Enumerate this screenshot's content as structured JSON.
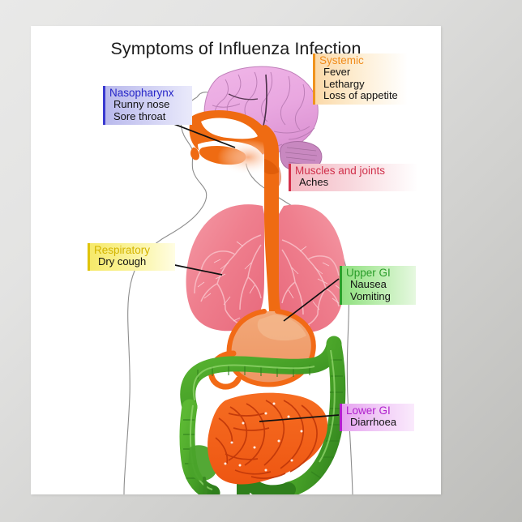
{
  "poster": {
    "title": "Symptoms of Influenza Infection",
    "background_color": "#ffffff",
    "mat_color": "#d8d8d6"
  },
  "labels": [
    {
      "id": "nasopharynx",
      "heading": "Nasopharynx",
      "heading_color": "#2626c8",
      "accent_color": "#3a3ad0",
      "items": [
        "Runny nose",
        "Sore throat"
      ]
    },
    {
      "id": "systemic",
      "heading": "Systemic",
      "heading_color": "#f08c1c",
      "accent_color": "#f0931e",
      "items": [
        "Fever",
        "Lethargy",
        "Loss of appetite"
      ]
    },
    {
      "id": "muscles",
      "heading": "Muscles and joints",
      "heading_color": "#d0304b",
      "accent_color": "#d4304a",
      "items": [
        "Aches"
      ]
    },
    {
      "id": "respiratory",
      "heading": "Respiratory",
      "heading_color": "#d4b400",
      "accent_color": "#e0c40a",
      "items": [
        "Dry cough"
      ]
    },
    {
      "id": "upper_gi",
      "heading": "Upper GI",
      "heading_color": "#2a9d2a",
      "accent_color": "#2aa02a",
      "items": [
        "Nausea",
        "Vomiting"
      ]
    },
    {
      "id": "lower_gi",
      "heading": "Lower GI",
      "heading_color": "#b020cc",
      "accent_color": "#b51fd0",
      "items": [
        "Diarrhoea"
      ]
    }
  ],
  "anatomy": {
    "body_outline_color": "#8d8d8d",
    "brain_color": "#e9a7e0",
    "cerebellum_color": "#c888c0",
    "airway_color": "#ef6b12",
    "lung_color": "#ef7f8e",
    "bronchi_color": "#f8b9c2",
    "stomach_color": "#f0a070",
    "colon_color": "#4aa32a",
    "small_intestine_color": "#f4621a",
    "leader_line_color": "#111111",
    "parts": [
      "brain",
      "cerebellum",
      "nasal-cavity",
      "pharynx",
      "trachea",
      "esophagus",
      "left-lung",
      "right-lung",
      "stomach",
      "large-intestine",
      "small-intestine",
      "rectum"
    ]
  }
}
